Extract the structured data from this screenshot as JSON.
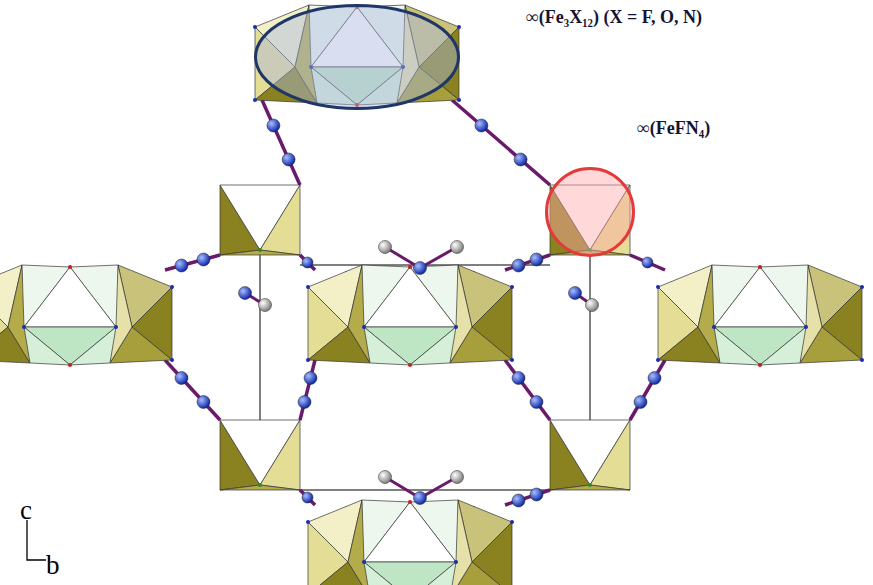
{
  "diagram": {
    "nodes": [
      {
        "text": [
          "∞(Fe₃X₁₂) (X = F, O, N)"
        ]
      },
      {
        "text": [
          "∞(FeFN₄)"
        ]
      }
    ],
    "labels": [
      "c",
      "b"
    ]
  }
}
